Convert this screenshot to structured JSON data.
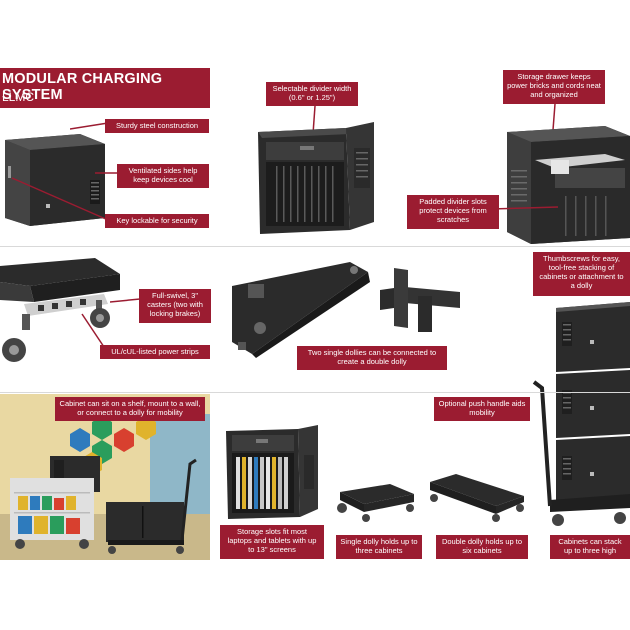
{
  "title": {
    "main": "MODULAR CHARGING SYSTEM",
    "sub": "LLMC"
  },
  "callouts": {
    "steel": "Sturdy steel construction",
    "ventilated": "Ventilated sides help keep devices cool",
    "lockable": "Key lockable for security",
    "divider_width": "Selectable divider width (0.6\" or 1.25\")",
    "storage_drawer": "Storage drawer keeps power bricks and cords neat and organized",
    "padded_divider": "Padded divider slots protect devices from scratches",
    "casters": "Full-swivel, 3\" casters (two with locking brakes)",
    "power_strips": "UL/cUL-listed power strips",
    "double_dolly_connect": "Two single dollies can be connected to create a double dolly",
    "thumbscrews": "Thumbscrews for easy, tool-free stacking of cabinets or attachment to a dolly",
    "mount_options": "Cabinet can sit on a shelf, mount to a wall, or connect to a dolly for mobility",
    "push_handle": "Optional push handle aids mobility",
    "storage_slots": "Storage slots fit most laptops and tablets with up to 13\" screens",
    "single_dolly": "Single dolly holds up to three cabinets",
    "double_dolly": "Double dolly holds up to six cabinets",
    "stack_three": "Cabinets can stack up to three high"
  },
  "colors": {
    "accent": "#9b1c31",
    "cabinet": "#2b2b2b",
    "background": "#ffffff"
  }
}
